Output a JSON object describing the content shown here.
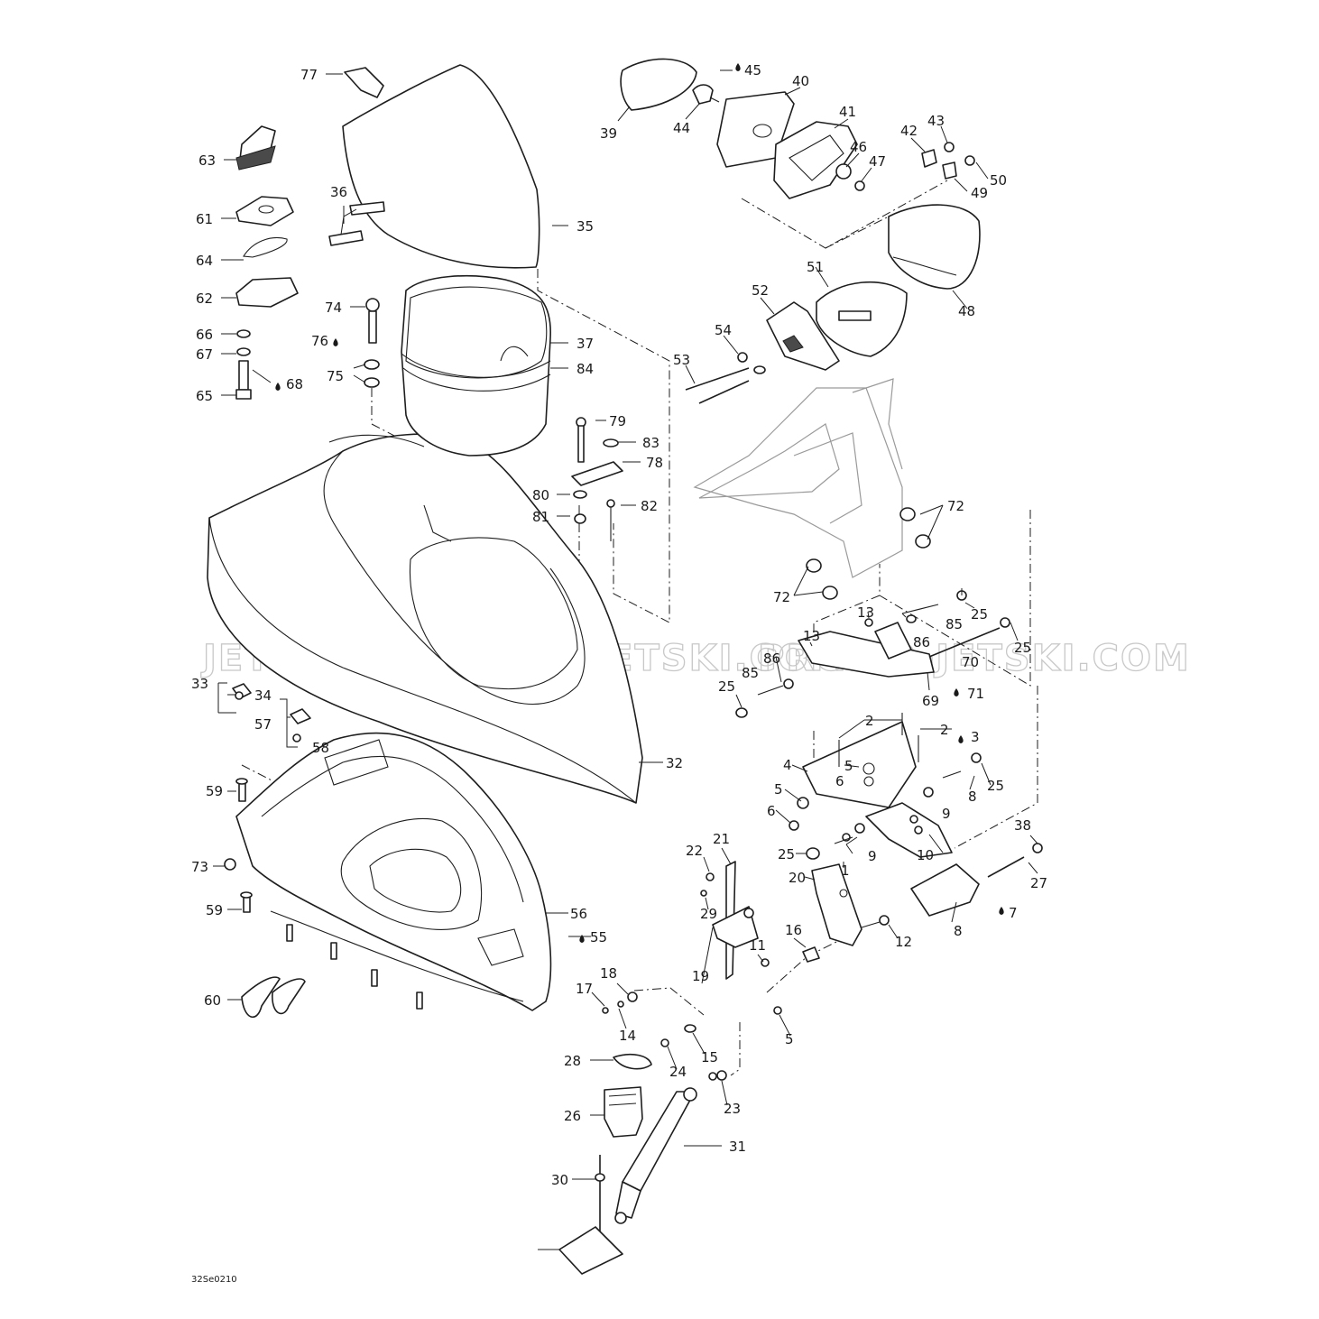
{
  "diagram_code": "32Se0210",
  "watermarks": [
    "JETSKI.COM",
    "PROMO-JETSKI.COM",
    "PROMO-JETSKI.COM"
  ],
  "callouts": [
    "77",
    "63",
    "61",
    "64",
    "62",
    "66",
    "67",
    "65",
    "68",
    "74",
    "76",
    "75",
    "36",
    "35",
    "37",
    "84",
    "39",
    "44",
    "45",
    "40",
    "41",
    "46",
    "47",
    "42",
    "43",
    "50",
    "49",
    "48",
    "51",
    "52",
    "54",
    "53",
    "79",
    "83",
    "78",
    "80",
    "81",
    "82",
    "72",
    "72",
    "33",
    "34",
    "57",
    "58",
    "32",
    "59",
    "73",
    "59",
    "56",
    "55",
    "60",
    "13",
    "85",
    "25",
    "13",
    "86",
    "70",
    "25",
    "85",
    "86",
    "25",
    "69",
    "71",
    "2",
    "2",
    "3",
    "4",
    "5",
    "6",
    "5",
    "6",
    "8",
    "25",
    "9",
    "9",
    "10",
    "25",
    "38",
    "27",
    "7",
    "8",
    "1",
    "20",
    "21",
    "22",
    "29",
    "12",
    "16",
    "11",
    "19",
    "18",
    "17",
    "14",
    "5",
    "15",
    "24",
    "28",
    "23",
    "26",
    "31",
    "30"
  ]
}
